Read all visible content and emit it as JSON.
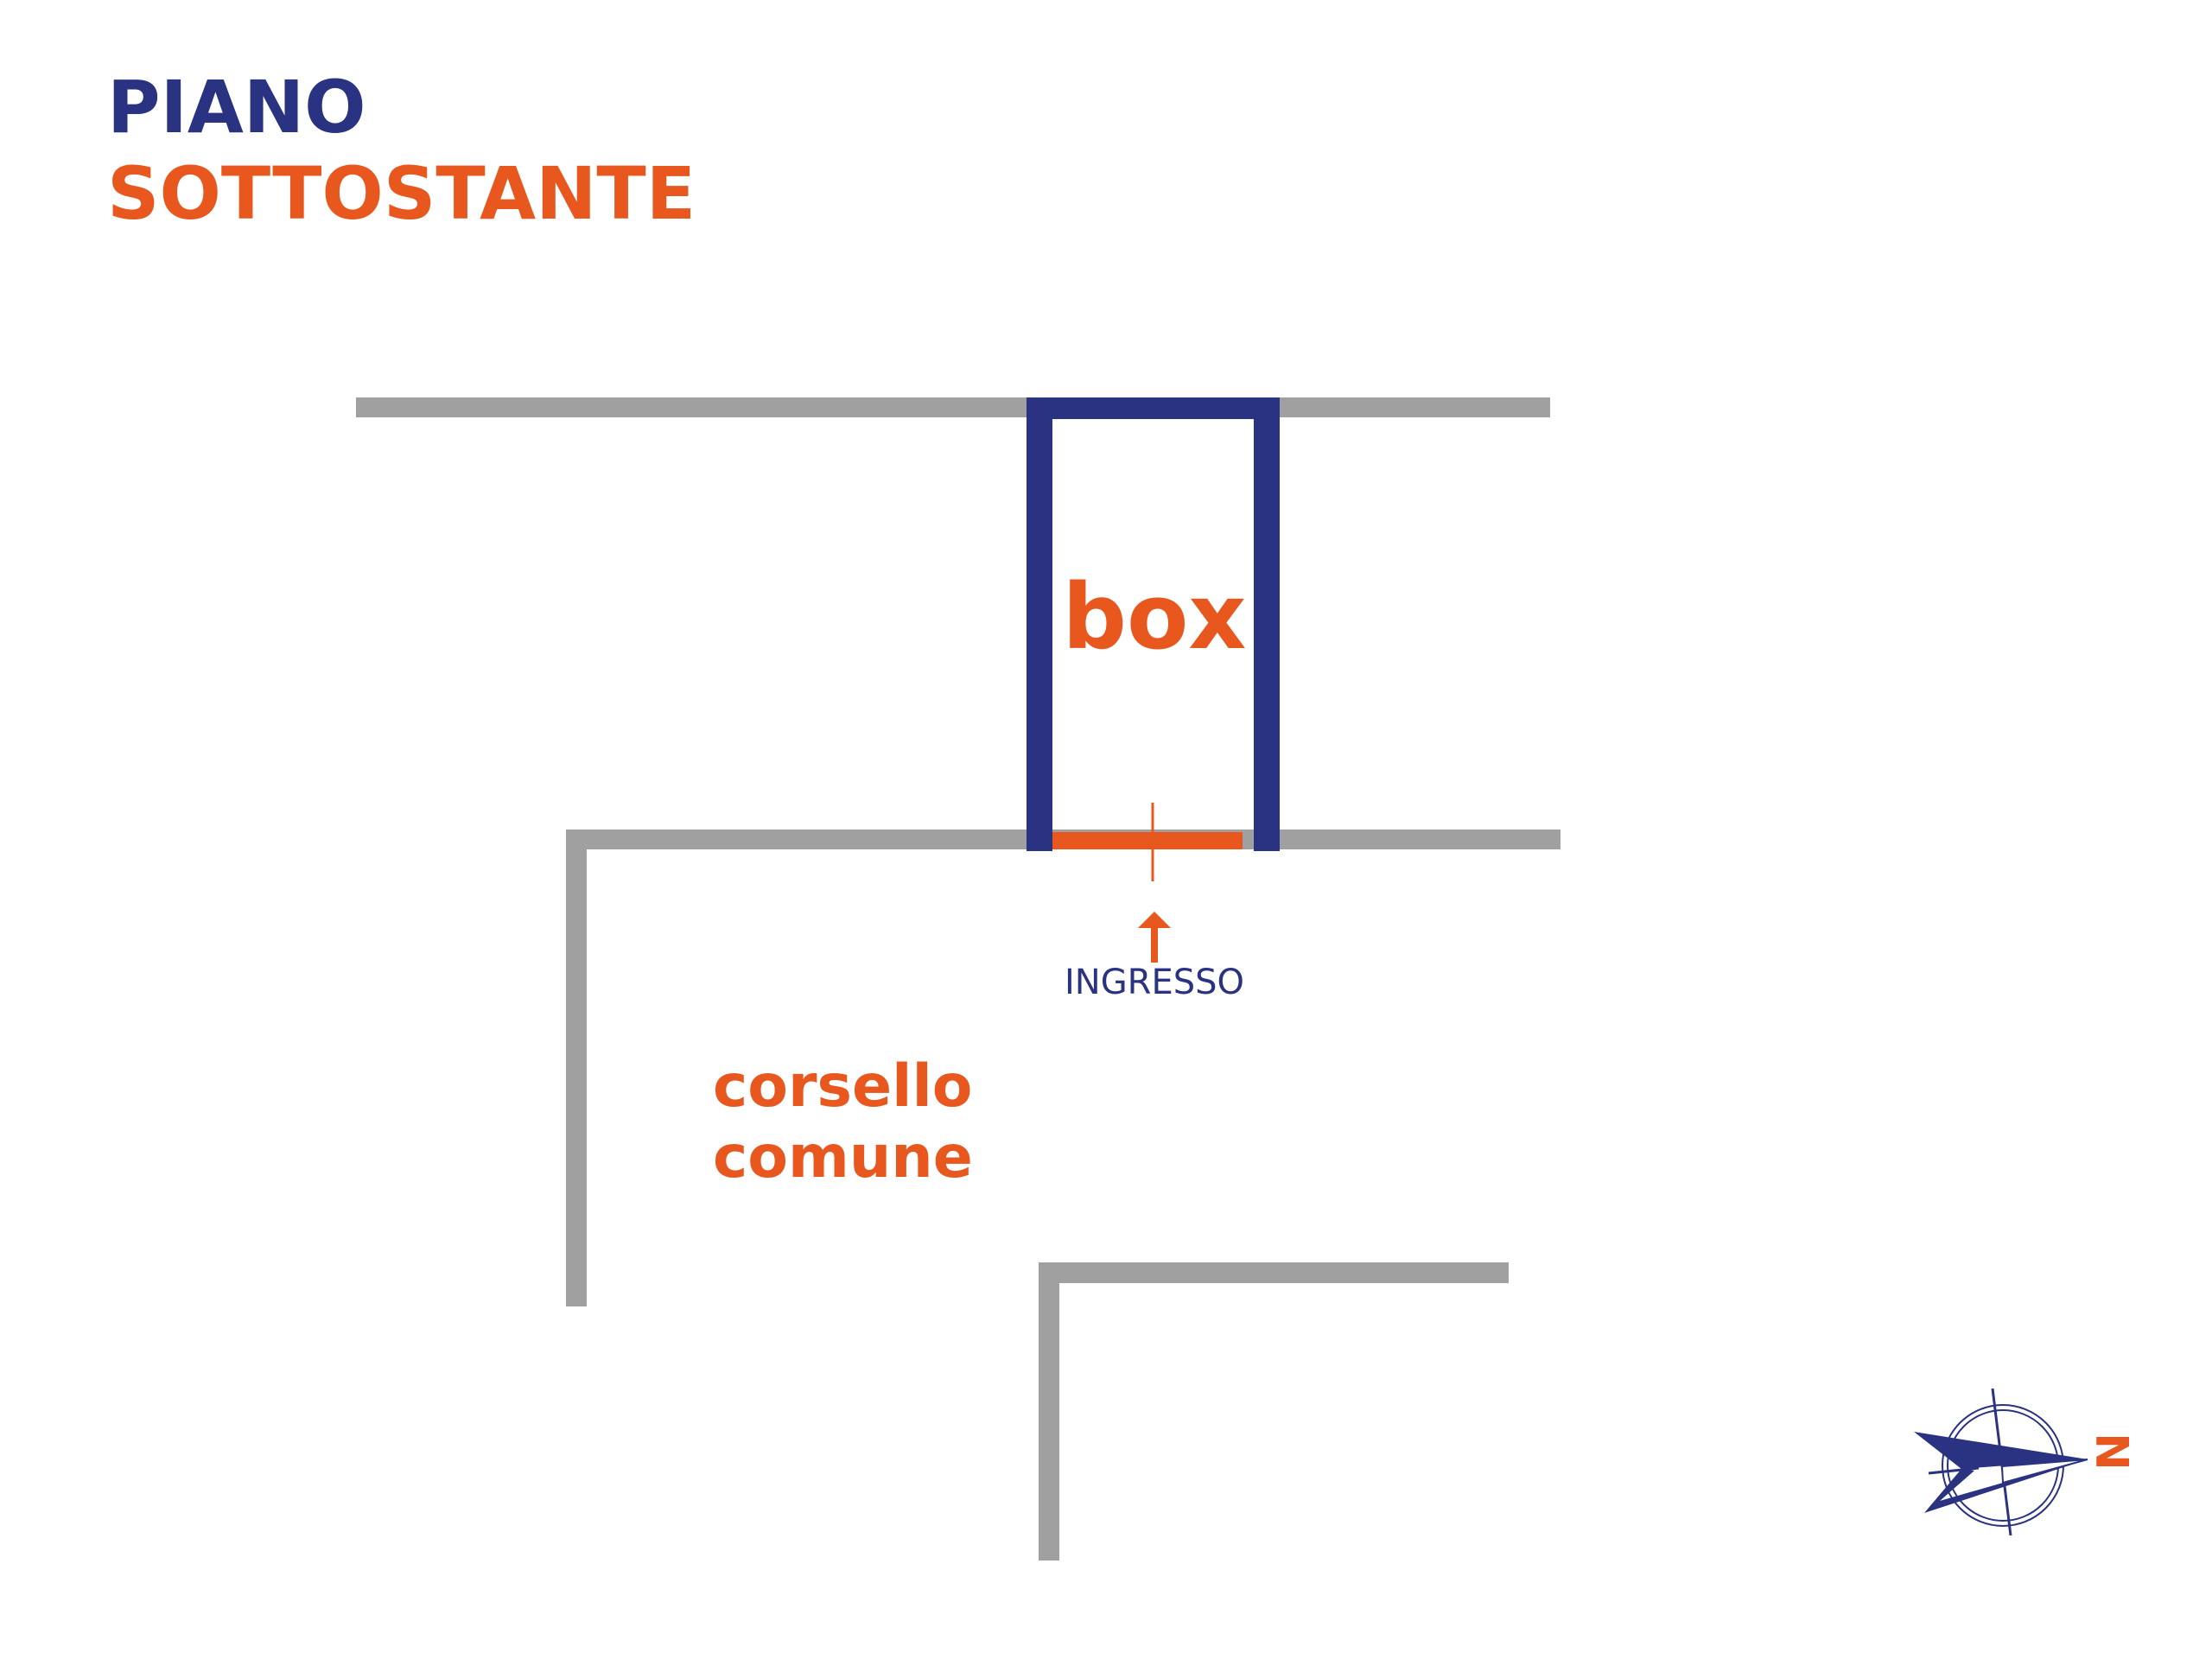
{
  "title": {
    "line1": "PIANO",
    "line2": "SOTTOSTANTE"
  },
  "labels": {
    "box": "box",
    "entrance": "INGRESSO",
    "corridor_line1": "corsello",
    "corridor_line2": "comune",
    "north": "N"
  },
  "colors": {
    "navy": "#2a3282",
    "orange": "#e8571e",
    "wall": "#a0a0a0"
  }
}
